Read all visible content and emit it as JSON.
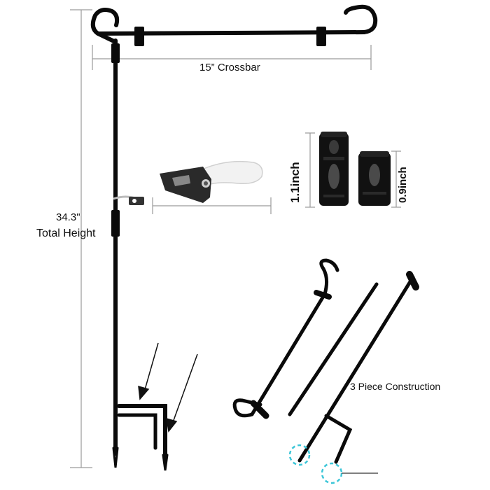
{
  "labels": {
    "crossbar": "15”  Crossbar",
    "height_value": "34.3\"",
    "height_label": "Total Height",
    "stopper_large": "1.1inch",
    "stopper_small": "0.9inch",
    "pieces": "3 Piece Construction"
  },
  "colors": {
    "pole": "#0a0a0a",
    "dimension_line": "#9a9a9a",
    "highlight_ring": "#3cc6d8",
    "clip": "#2a2a2a"
  }
}
